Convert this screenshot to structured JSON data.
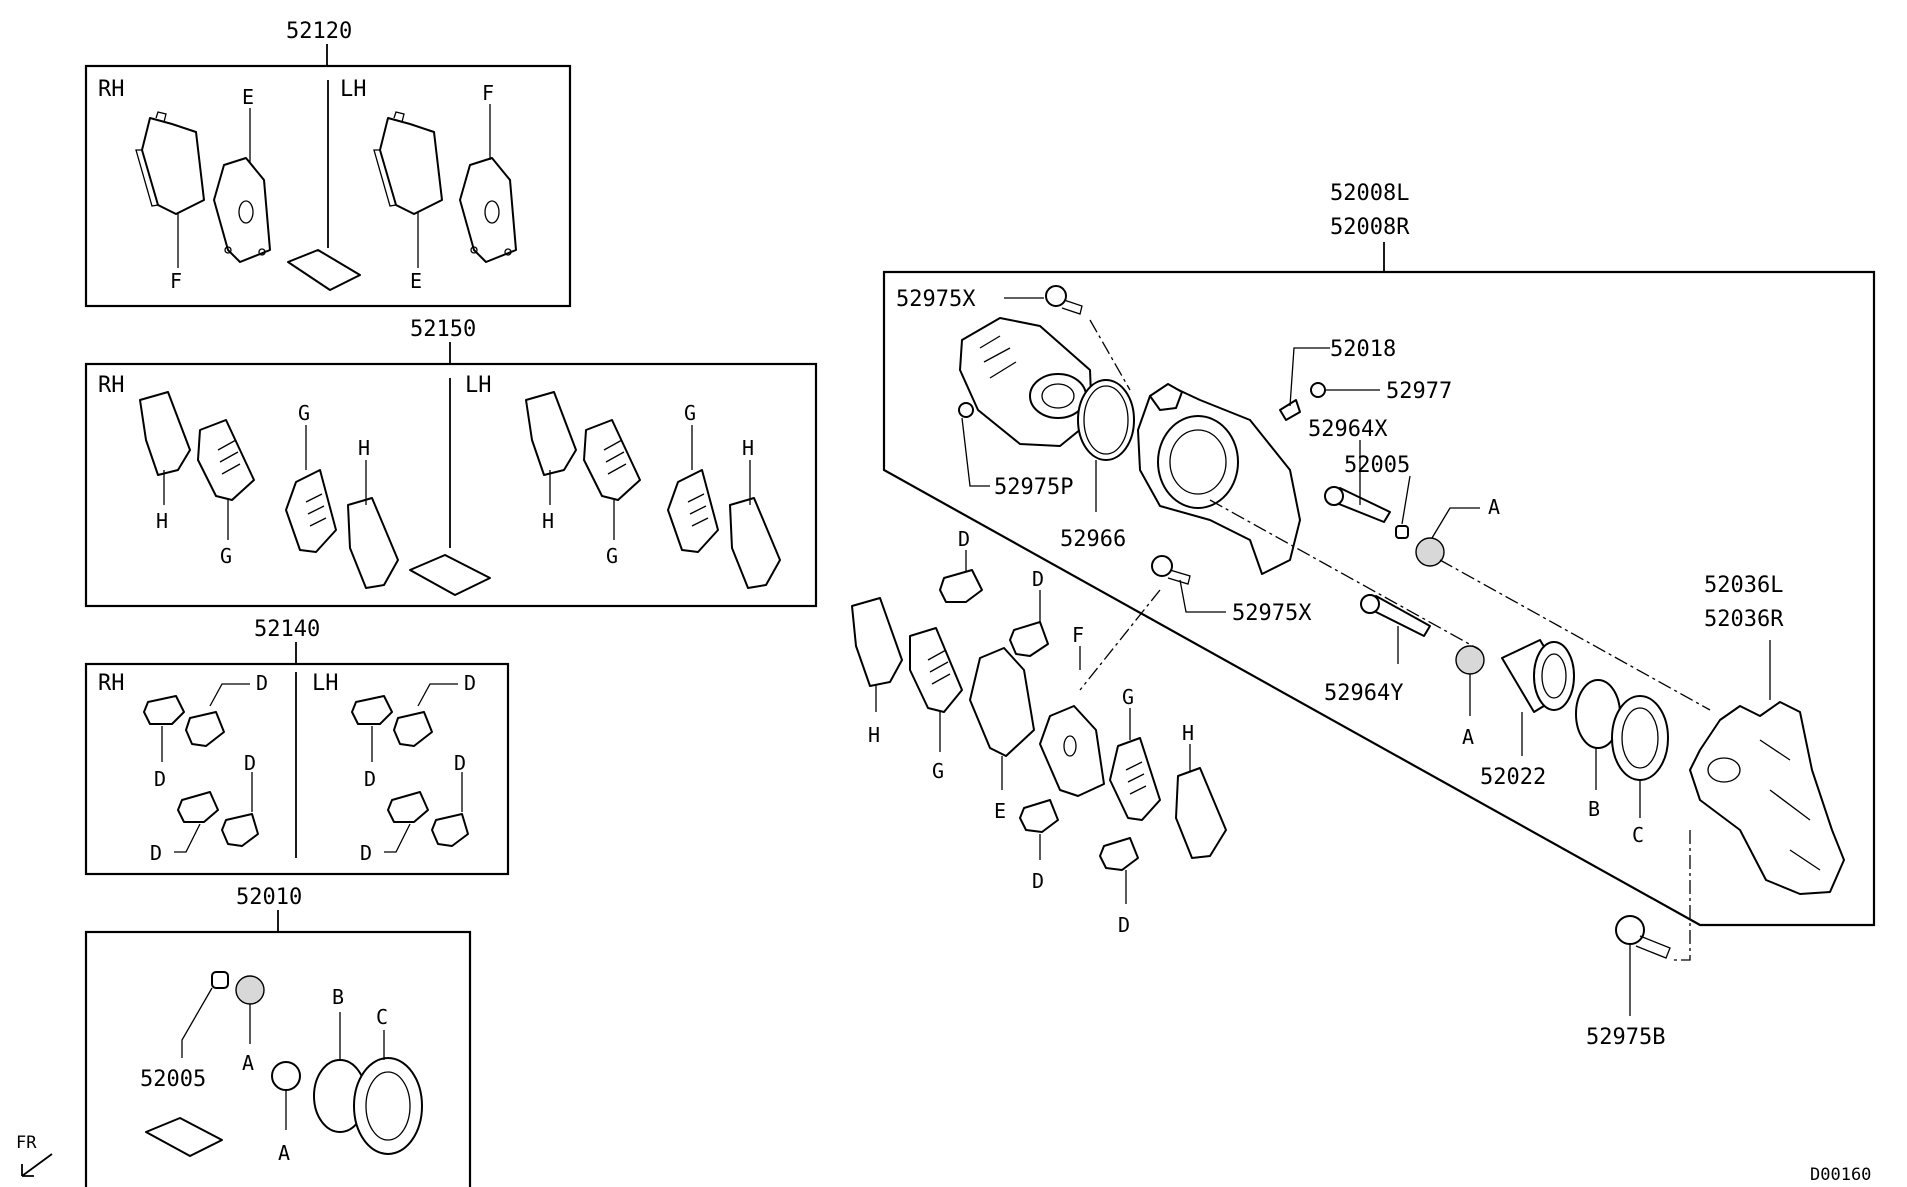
{
  "kit_pads": {
    "part_no": "52120",
    "rh": "RH",
    "lh": "LH",
    "letters": [
      "E",
      "F",
      "F",
      "E"
    ]
  },
  "kit_shims": {
    "part_no": "52150",
    "rh": "RH",
    "lh": "LH",
    "letters": [
      "G",
      "H",
      "H",
      "G",
      "G",
      "H",
      "H",
      "G"
    ]
  },
  "kit_clips": {
    "part_no": "52140",
    "rh": "RH",
    "lh": "LH",
    "letters": [
      "D",
      "D",
      "D",
      "D",
      "D",
      "D",
      "D",
      "D"
    ]
  },
  "kit_seals": {
    "part_no": "52010",
    "sub_part_no": "52005",
    "letters": [
      "A",
      "A",
      "B",
      "C"
    ]
  },
  "caliper": {
    "part_no_l": "52008L",
    "part_no_r": "52008R",
    "callouts": [
      "52975X",
      "52018",
      "52977",
      "52964X",
      "52005",
      "A",
      "52975P",
      "52966",
      "52975X",
      "52964Y",
      "A",
      "52022",
      "B",
      "C"
    ],
    "bracket_l": "52036L",
    "bracket_r": "52036R",
    "bolt": "52975B"
  },
  "loose_parts": {
    "letters": [
      "D",
      "D",
      "F",
      "G",
      "H",
      "H",
      "G",
      "E",
      "D",
      "D"
    ]
  },
  "orientation": "FR",
  "diagram_code": "D00160"
}
